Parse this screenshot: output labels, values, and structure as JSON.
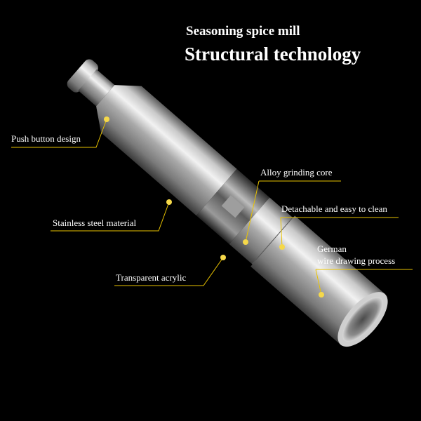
{
  "heading": {
    "line1": "Seasoning spice mill",
    "line2": "Structural technology"
  },
  "callouts": {
    "push_button": "Push button design",
    "alloy_core": "Alloy grinding core",
    "detachable": "Detachable and easy to clean",
    "stainless": "Stainless steel material",
    "german_line1": "German",
    "german_line2": "wire drawing process",
    "acrylic": "Transparent acrylic"
  },
  "colors": {
    "background": "#000000",
    "leader": "#e8c200",
    "dot": "#f5d84a",
    "text": "#ffffff"
  }
}
